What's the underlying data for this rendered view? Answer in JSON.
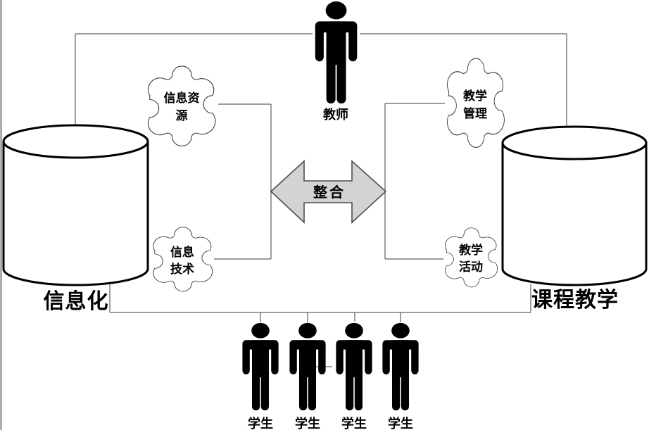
{
  "diagram": {
    "teacher": {
      "label": "教师"
    },
    "students": [
      {
        "label": "学生"
      },
      {
        "label": "学生"
      },
      {
        "label": "学生"
      },
      {
        "label": "学生"
      }
    ],
    "arrow": {
      "label": "整合"
    },
    "left_system": {
      "label": "信息化"
    },
    "right_system": {
      "label": "课程教学"
    },
    "puzzles": {
      "info_resources": {
        "line1": "信息资",
        "line2": "源"
      },
      "info_technology": {
        "line1": "信息",
        "line2": "技术"
      },
      "teaching_management": {
        "line1": "教学",
        "line2": "管理"
      },
      "teaching_activities": {
        "line1": "教学",
        "line2": "活动"
      }
    },
    "colors": {
      "arrow_fill": "#d3d3d3",
      "arrow_stroke": "#4d4d4d",
      "connector_line": "#5f5f5f",
      "shape_stroke": "#3c3c3c",
      "figure_fill": "#000000",
      "background": "#ffffff"
    }
  }
}
